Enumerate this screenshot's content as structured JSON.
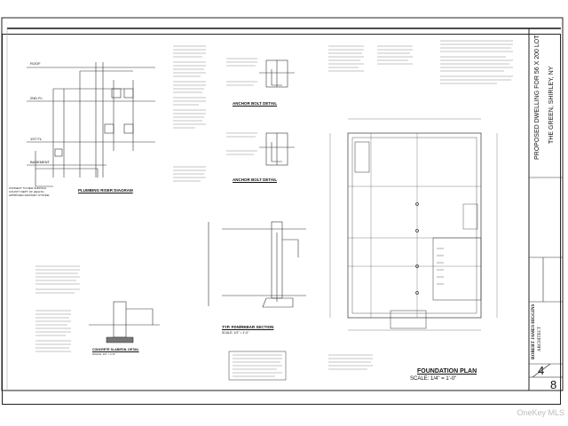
{
  "title_block": {
    "project_title": "PROPOSED DWELLING FOR 56 X 200 LOT",
    "project_location": "THE GREEN, SHIRLEY, NY",
    "architect_name": "ROBERT JAMES HIGGINS",
    "architect_title": "ARCHITECT",
    "sheet_number": "4",
    "sheet_total": "8"
  },
  "drawings": {
    "plumbing_riser": "PLUMBING RISER DIAGRAM",
    "anchor_bolt_1": "ANCHOR BOLT DETAIL",
    "anchor_bolt_2": "ANCHOR BOLT DETAIL",
    "fdn_section": "TYP. FDN/REBAR SECTION",
    "fdn_section_scale": "SCALE: 1/2\" = 1'-0\"",
    "foundation_plan": "FOUNDATION PLAN",
    "foundation_scale": "SCALE: 1/4\" = 1'-0\"",
    "concrete_detail": "CONCRETE SLAB/FDN. DETAIL",
    "concrete_scale": "SCALE: 1/2\" = 1'-0\""
  },
  "riser_labels": {
    "roof": "ROOF",
    "second": "2ND FL.",
    "first": "1ST FL.",
    "basement": "BASEMENT",
    "connect_note": "CONNECT TO NEW SUFFOLK COUNTY DEPT. OF HEALTH APPROVED SANITARY SYSTEM"
  },
  "watermark": "OneKey MLS"
}
